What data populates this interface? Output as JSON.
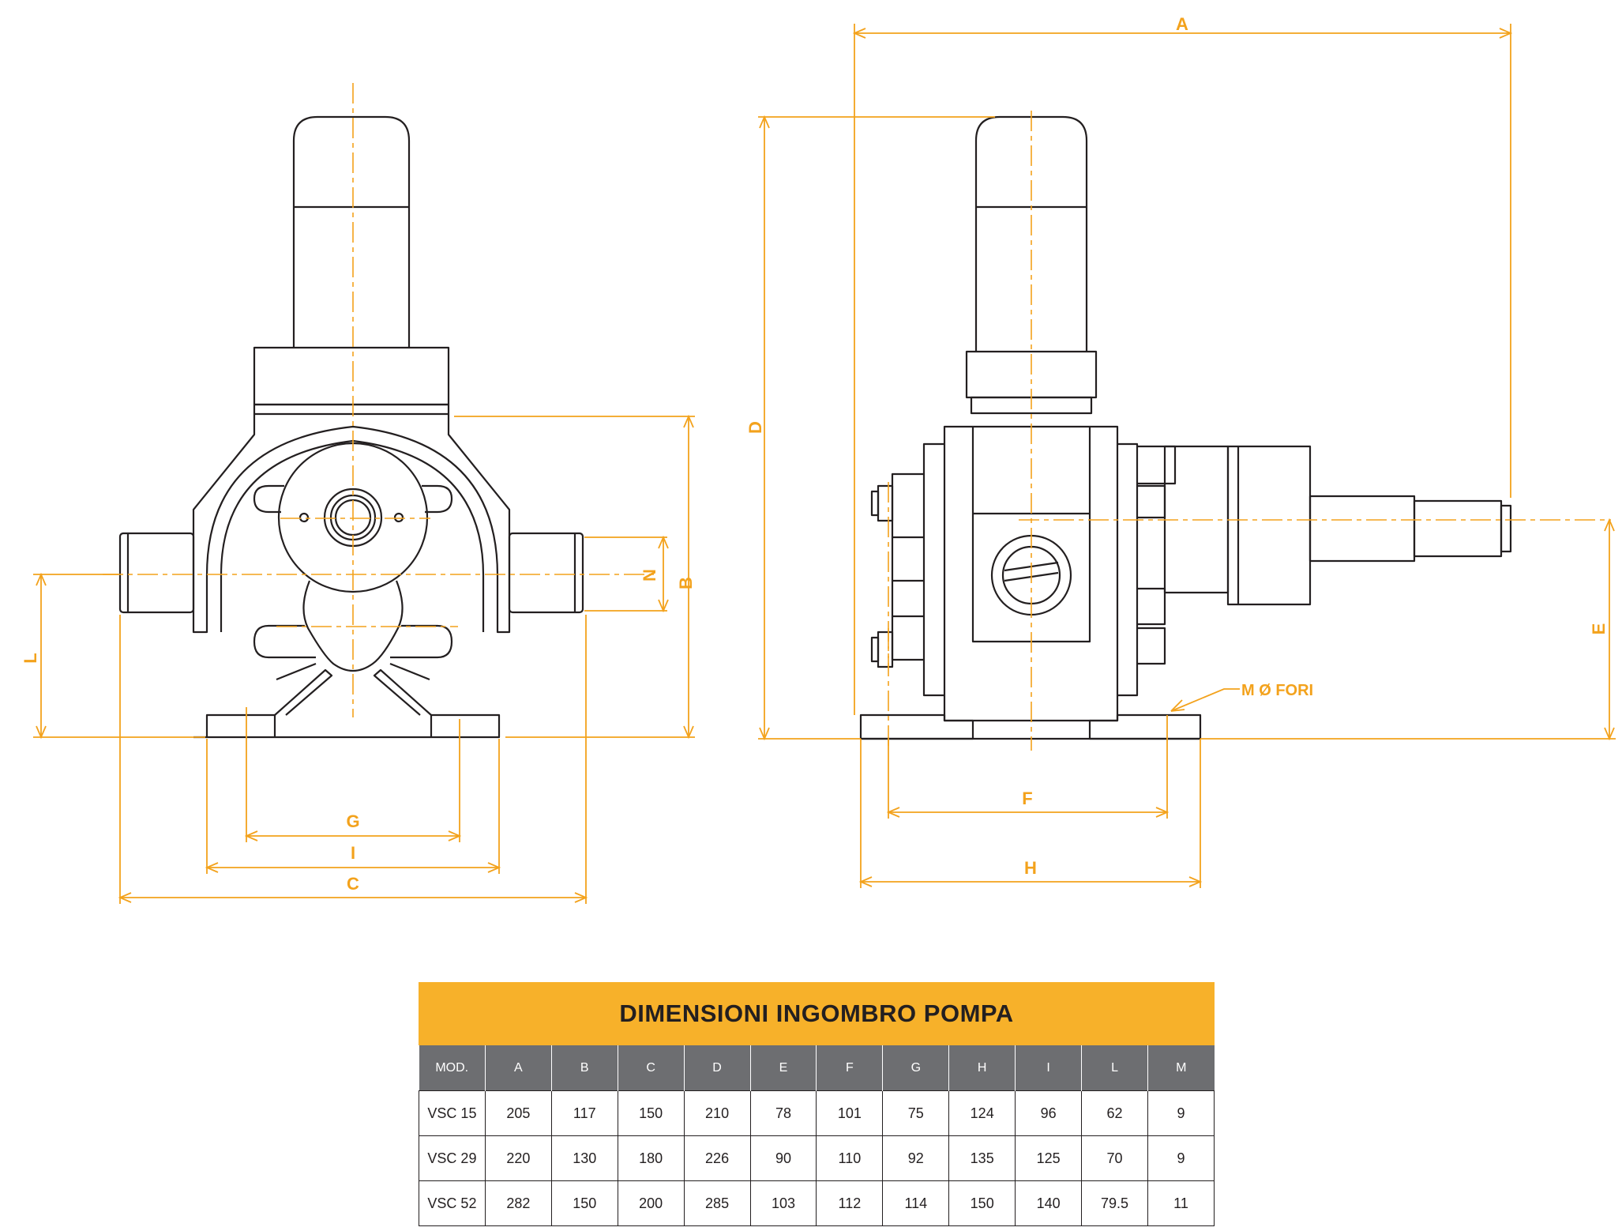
{
  "dimension_labels": {
    "A": "A",
    "B": "B",
    "C": "C",
    "D": "D",
    "E": "E",
    "F": "F",
    "G": "G",
    "H": "H",
    "I": "I",
    "L": "L",
    "N": "N"
  },
  "holes_note": "M Ø FORI",
  "table": {
    "title": "DIMENSIONI INGOMBRO POMPA",
    "headers": [
      "MOD.",
      "A",
      "B",
      "C",
      "D",
      "E",
      "F",
      "G",
      "H",
      "I",
      "L",
      "M"
    ],
    "rows": [
      [
        "VSC 15",
        "205",
        "117",
        "150",
        "210",
        "78",
        "101",
        "75",
        "124",
        "96",
        "62",
        "9"
      ],
      [
        "VSC 29",
        "220",
        "130",
        "180",
        "226",
        "90",
        "110",
        "92",
        "135",
        "125",
        "70",
        "9"
      ],
      [
        "VSC 52",
        "282",
        "150",
        "200",
        "285",
        "103",
        "112",
        "114",
        "150",
        "140",
        "79.5",
        "11"
      ]
    ]
  },
  "colors": {
    "accent": "#f7b12a",
    "dimension": "#f3a21c",
    "header": "#6d6e71",
    "line": "#231f20"
  }
}
